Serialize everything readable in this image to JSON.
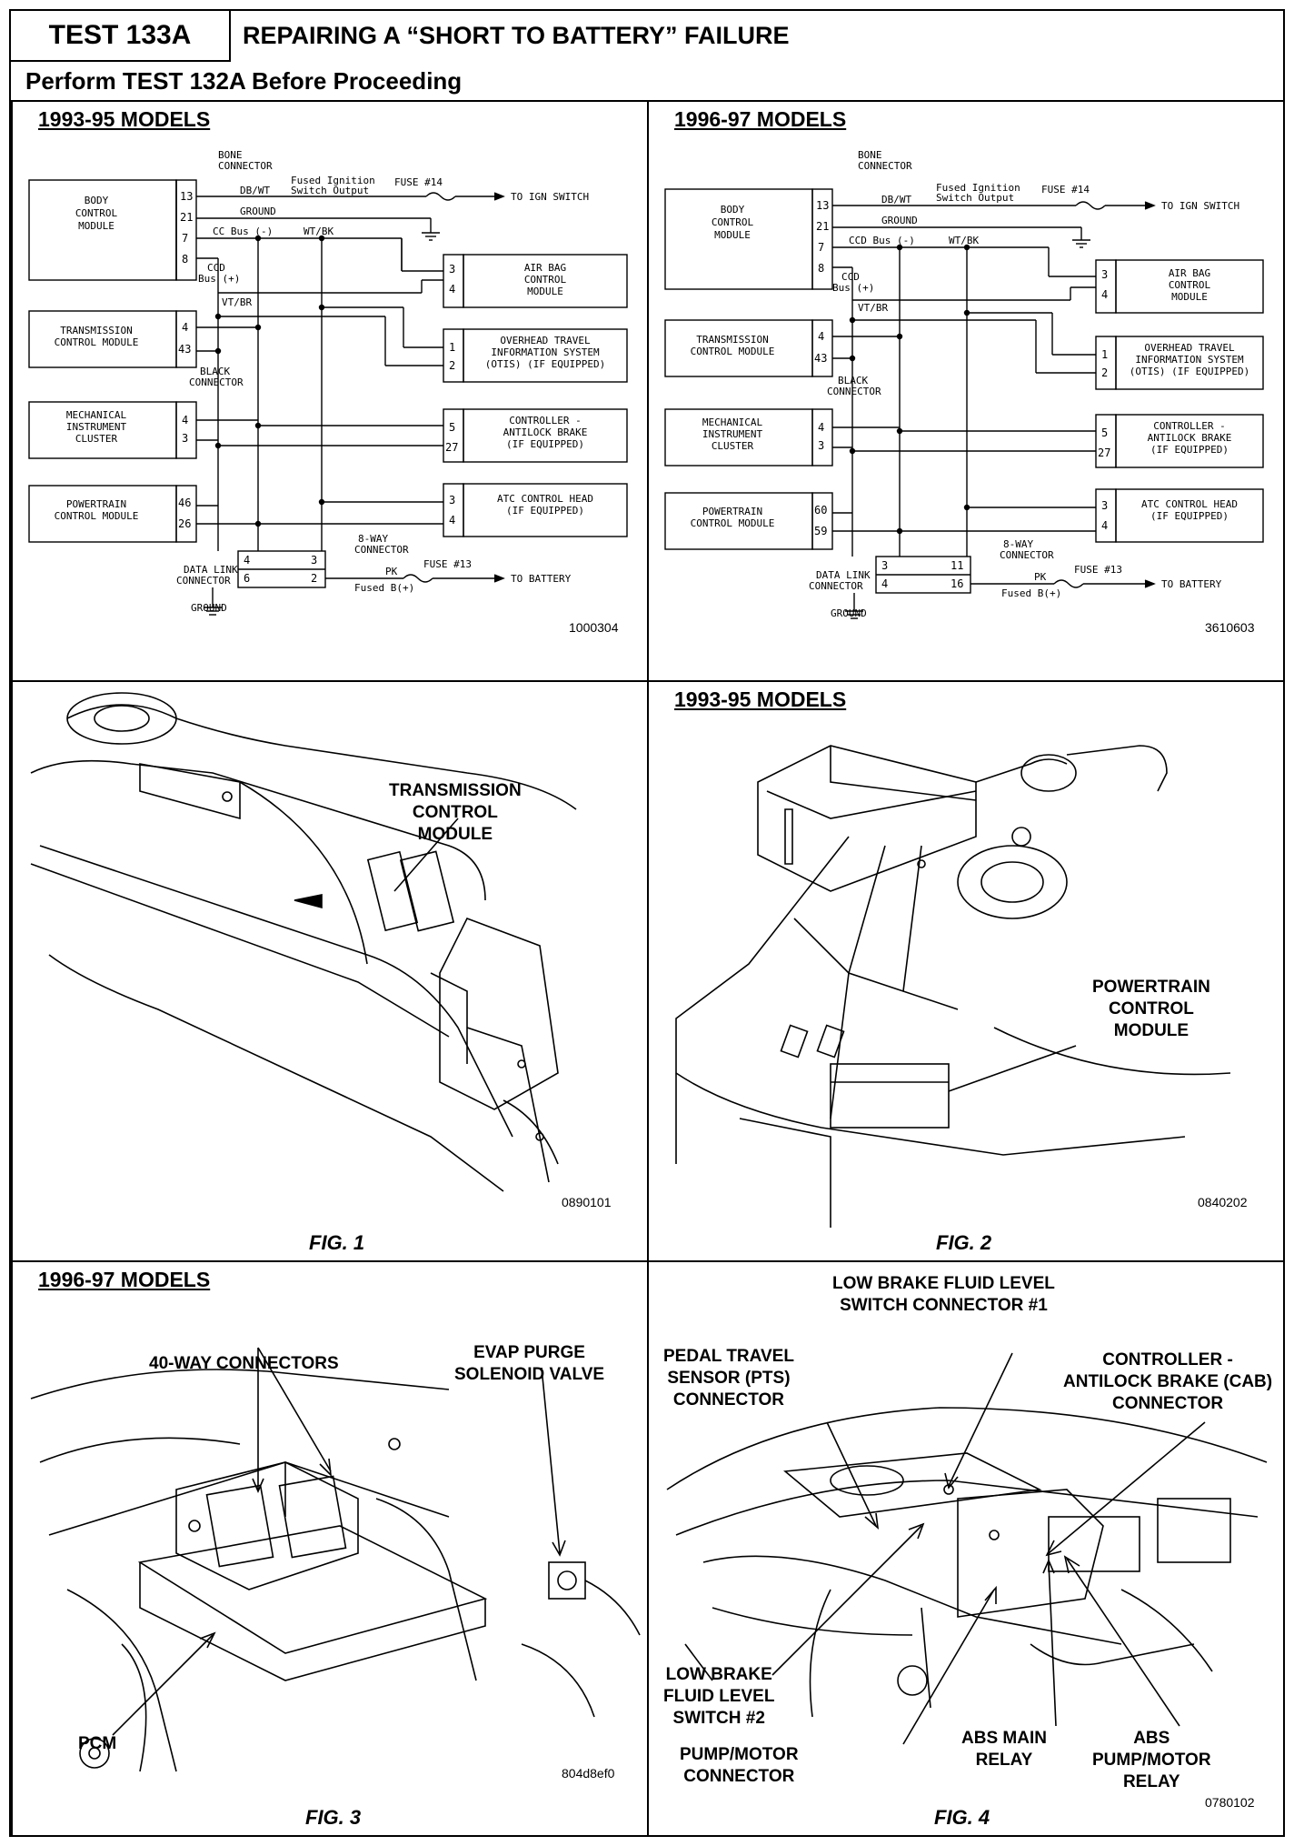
{
  "header": {
    "test_number": "TEST 133A",
    "title": "REPAIRING A “SHORT TO BATTERY” FAILURE",
    "prerequisite": "Perform TEST 132A Before Proceeding"
  },
  "wiring_left": {
    "title": "1993-95 MODELS",
    "code": "1000304",
    "body_control_module": [
      "BODY",
      "CONTROL",
      "MODULE"
    ],
    "transmission_control_module": [
      "TRANSMISSION",
      "CONTROL MODULE"
    ],
    "mechanical_instrument_cluster": [
      "MECHANICAL",
      "INSTRUMENT",
      "CLUSTER"
    ],
    "powertrain_control_module": [
      "POWERTRAIN",
      "CONTROL MODULE"
    ],
    "air_bag_control_module": [
      "AIR BAG",
      "CONTROL",
      "MODULE"
    ],
    "overhead_travel_info": [
      "OVERHEAD TRAVEL",
      "INFORMATION SYSTEM",
      "(OTIS) (IF EQUIPPED)"
    ],
    "controller_antilock": [
      "CONTROLLER -",
      "ANTILOCK BRAKE",
      "(IF EQUIPPED)"
    ],
    "atc_control_head": [
      "ATC CONTROL HEAD",
      "(IF EQUIPPED)"
    ],
    "bcm_pins": [
      "13",
      "21",
      "7",
      "8"
    ],
    "tcm_pins": [
      "4",
      "43"
    ],
    "mic_pins": [
      "4",
      "3"
    ],
    "pcm_pins": [
      "46",
      "26"
    ],
    "airbag_pins": [
      "3",
      "4"
    ],
    "otis_pins": [
      "1",
      "2"
    ],
    "abs_pins": [
      "5",
      "27"
    ],
    "atc_pins": [
      "3",
      "4"
    ],
    "dlc_pins": [
      "4",
      "3",
      "6",
      "2"
    ],
    "bone_connector": [
      "BONE",
      "CONNECTOR"
    ],
    "black_connector": [
      "BLACK",
      "CONNECTOR"
    ],
    "fused_ignition": [
      "Fused Ignition",
      "Switch Output"
    ],
    "fuse14": "FUSE #14",
    "to_ign": "TO IGN SWITCH",
    "db_wt": "DB/WT",
    "ground_wire": "GROUND",
    "ccd_bus_neg": "CC Bus (-)",
    "wt_bk": "WT/BK",
    "ccd_bus_pos": [
      "CCD",
      "Bus (+)"
    ],
    "vt_br": "VT/BR",
    "eight_way": [
      "8-WAY",
      "CONNECTOR"
    ],
    "data_link": [
      "DATA LINK",
      "CONNECTOR"
    ],
    "pk": "PK",
    "fused_b": "Fused B(+)",
    "fuse13": "FUSE #13",
    "to_battery": "TO BATTERY",
    "ground_label": "GROUND"
  },
  "wiring_right": {
    "title": "1996-97 MODELS",
    "code": "3610603",
    "body_control_module": [
      "BODY",
      "CONTROL",
      "MODULE"
    ],
    "transmission_control_module": [
      "TRANSMISSION",
      "CONTROL MODULE"
    ],
    "mechanical_instrument_cluster": [
      "MECHANICAL",
      "INSTRUMENT",
      "CLUSTER"
    ],
    "powertrain_control_module": [
      "POWERTRAIN",
      "CONTROL MODULE"
    ],
    "air_bag_control_module": [
      "AIR BAG",
      "CONTROL",
      "MODULE"
    ],
    "overhead_travel_info": [
      "OVERHEAD TRAVEL",
      "INFORMATION SYSTEM",
      "(OTIS) (IF EQUIPPED)"
    ],
    "controller_antilock": [
      "CONTROLLER -",
      "ANTILOCK BRAKE",
      "(IF EQUIPPED)"
    ],
    "atc_control_head": [
      "ATC CONTROL HEAD",
      "(IF EQUIPPED)"
    ],
    "bcm_pins": [
      "13",
      "21",
      "7",
      "8"
    ],
    "tcm_pins": [
      "4",
      "43"
    ],
    "mic_pins": [
      "4",
      "3"
    ],
    "pcm_pins": [
      "60",
      "59"
    ],
    "airbag_pins": [
      "3",
      "4"
    ],
    "otis_pins": [
      "1",
      "2"
    ],
    "abs_pins": [
      "5",
      "27"
    ],
    "atc_pins": [
      "3",
      "4"
    ],
    "dlc_pins": [
      "3",
      "11",
      "4",
      "16"
    ],
    "bone_connector": [
      "BONE",
      "CONNECTOR"
    ],
    "black_connector": [
      "BLACK",
      "CONNECTOR"
    ],
    "fused_ignition": [
      "Fused Ignition",
      "Switch Output"
    ],
    "fuse14": "FUSE #14",
    "to_ign": "TO IGN SWITCH",
    "db_wt": "DB/WT",
    "ground_wire": "GROUND",
    "ccd_bus_neg": "CCD Bus (-)",
    "wt_bk": "WT/BK",
    "ccd_bus_pos": [
      "CCD",
      "Bus (+)"
    ],
    "vt_br": "VT/BR",
    "eight_way": [
      "8-WAY",
      "CONNECTOR"
    ],
    "data_link": [
      "DATA LINK",
      "CONNECTOR"
    ],
    "pk": "PK",
    "fused_b": "Fused B(+)",
    "fuse13": "FUSE #13",
    "to_battery": "TO BATTERY",
    "ground_label": "GROUND"
  },
  "fig1": {
    "label": "FIG. 1",
    "code": "0890101",
    "callout": [
      "TRANSMISSION",
      "CONTROL",
      "MODULE"
    ]
  },
  "fig2": {
    "title": "1993-95 MODELS",
    "label": "FIG. 2",
    "code": "0840202",
    "callout": [
      "POWERTRAIN",
      "CONTROL",
      "MODULE"
    ]
  },
  "fig3": {
    "title": "1996-97 MODELS",
    "label": "FIG. 3",
    "code": "804d8ef0",
    "connectors": "40-WAY CONNECTORS",
    "evap": [
      "EVAP PURGE",
      "SOLENOID VALVE"
    ],
    "pcm": "PCM"
  },
  "fig4": {
    "label": "FIG. 4",
    "code": "0780102",
    "low_brake_1": [
      "LOW BRAKE FLUID LEVEL",
      "SWITCH CONNECTOR #1"
    ],
    "pedal_travel": [
      "PEDAL TRAVEL",
      "SENSOR (PTS)",
      "CONNECTOR"
    ],
    "controller_cab": [
      "CONTROLLER -",
      "ANTILOCK BRAKE (CAB)",
      "CONNECTOR"
    ],
    "low_brake_2": [
      "LOW BRAKE",
      "FLUID LEVEL",
      "SWITCH #2"
    ],
    "pump_motor_connector": [
      "PUMP/MOTOR",
      "CONNECTOR"
    ],
    "abs_main_relay": [
      "ABS MAIN",
      "RELAY"
    ],
    "abs_pump_relay": [
      "ABS",
      "PUMP/MOTOR",
      "RELAY"
    ]
  }
}
